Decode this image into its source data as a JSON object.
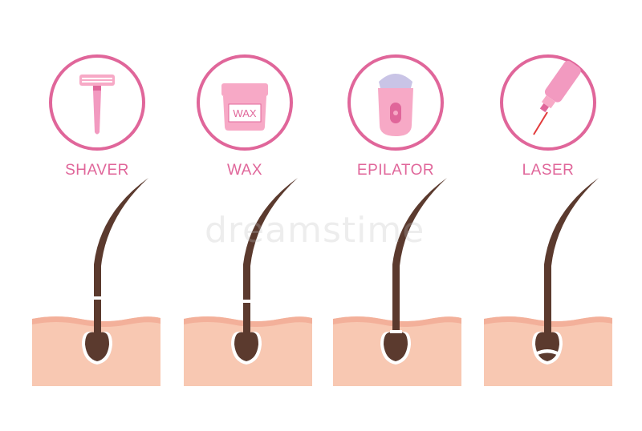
{
  "methods": [
    {
      "label": "SHAVER",
      "icon": "razor-icon"
    },
    {
      "label": "WAX",
      "icon": "wax-jar-icon",
      "jar_text": "WAX"
    },
    {
      "label": "EPILATOR",
      "icon": "epilator-icon"
    },
    {
      "label": "LASER",
      "icon": "laser-device-icon"
    }
  ],
  "watermark": "dreamstime",
  "colors": {
    "pink": "#e0669a",
    "light_pink": "#f7a9c6",
    "skin": "#f8c8b2",
    "skin_top": "#f3b09a",
    "hair": "#5b3a2e",
    "laser_beam": "#e23b3b"
  }
}
